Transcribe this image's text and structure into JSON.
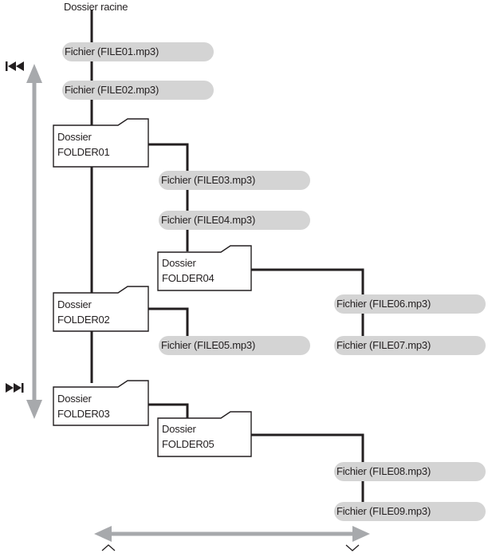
{
  "root": {
    "label": "Dossier racine"
  },
  "files": [
    {
      "id": "file01",
      "label": "Fichier (FILE01.mp3)"
    },
    {
      "id": "file02",
      "label": "Fichier (FILE02.mp3)"
    },
    {
      "id": "file03",
      "label": "Fichier (FILE03.mp3)"
    },
    {
      "id": "file04",
      "label": "Fichier (FILE04.mp3)"
    },
    {
      "id": "file05",
      "label": "Fichier (FILE05.mp3)"
    },
    {
      "id": "file06",
      "label": "Fichier (FILE06.mp3)"
    },
    {
      "id": "file07",
      "label": "Fichier (FILE07.mp3)"
    },
    {
      "id": "file08",
      "label": "Fichier (FILE08.mp3)"
    },
    {
      "id": "file09",
      "label": "Fichier (FILE09.mp3)"
    }
  ],
  "folders": [
    {
      "id": "folder01",
      "line1": "Dossier",
      "line2": "FOLDER01"
    },
    {
      "id": "folder02",
      "line1": "Dossier",
      "line2": "FOLDER02"
    },
    {
      "id": "folder03",
      "line1": "Dossier",
      "line2": "FOLDER03"
    },
    {
      "id": "folder04",
      "line1": "Dossier",
      "line2": "FOLDER04"
    },
    {
      "id": "folder05",
      "line1": "Dossier",
      "line2": "FOLDER05"
    }
  ],
  "icons": {
    "previous": "skip-previous-icon",
    "next": "skip-next-icon",
    "up": "chevron-up-icon",
    "down": "chevron-down-icon"
  },
  "colors": {
    "line": "#231f20",
    "pill": "#d4d4d4",
    "arrow": "#a7a9ac"
  }
}
